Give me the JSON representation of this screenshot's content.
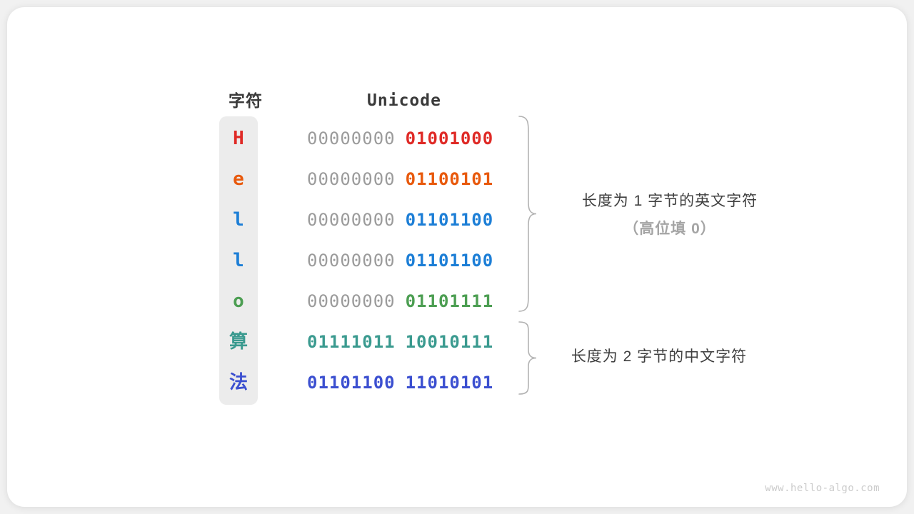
{
  "site": {
    "watermark": "www.hello-algo.com"
  },
  "table": {
    "headers": {
      "char": "字符",
      "unicode": "Unicode"
    },
    "rows": [
      {
        "char": "H",
        "byte1": "00000000",
        "byte2": "01001000",
        "color": "#df2a26",
        "byte1_color": "#9b9b9b"
      },
      {
        "char": "e",
        "byte1": "00000000",
        "byte2": "01100101",
        "color": "#e8590c",
        "byte1_color": "#9b9b9b"
      },
      {
        "char": "l",
        "byte1": "00000000",
        "byte2": "01101100",
        "color": "#1c7ed6",
        "byte1_color": "#9b9b9b"
      },
      {
        "char": "l",
        "byte1": "00000000",
        "byte2": "01101100",
        "color": "#1c7ed6",
        "byte1_color": "#9b9b9b"
      },
      {
        "char": "o",
        "byte1": "00000000",
        "byte2": "01101111",
        "color": "#4c9e52",
        "byte1_color": "#9b9b9b"
      },
      {
        "char": "算",
        "byte1": "01111011",
        "byte2": "10010111",
        "color": "#3a9a8f",
        "byte1_color": "#3a9a8f"
      },
      {
        "char": "法",
        "byte1": "01101100",
        "byte2": "11010101",
        "color": "#3b4fd0",
        "byte1_color": "#3b4fd0"
      }
    ]
  },
  "annotations": {
    "english": {
      "line1": "长度为 1 字节的英文字符",
      "line2": "（高位填 0）"
    },
    "chinese": {
      "line1": "长度为 2 字节的中文字符"
    }
  },
  "colors": {
    "card_bg": "#ffffff",
    "page_bg": "#f1f1f1",
    "char_column_bg": "#ececec",
    "muted_bits": "#9b9b9b",
    "header_text": "#3a3a3a",
    "note_text": "#3f3f3f",
    "note_sub_text": "#a5a5a5",
    "brace": "#b2b2b2",
    "red": "#df2a26",
    "orange": "#e8590c",
    "blue": "#1c7ed6",
    "green": "#4c9e52",
    "teal": "#3a9a8f",
    "indigo": "#3b4fd0"
  }
}
